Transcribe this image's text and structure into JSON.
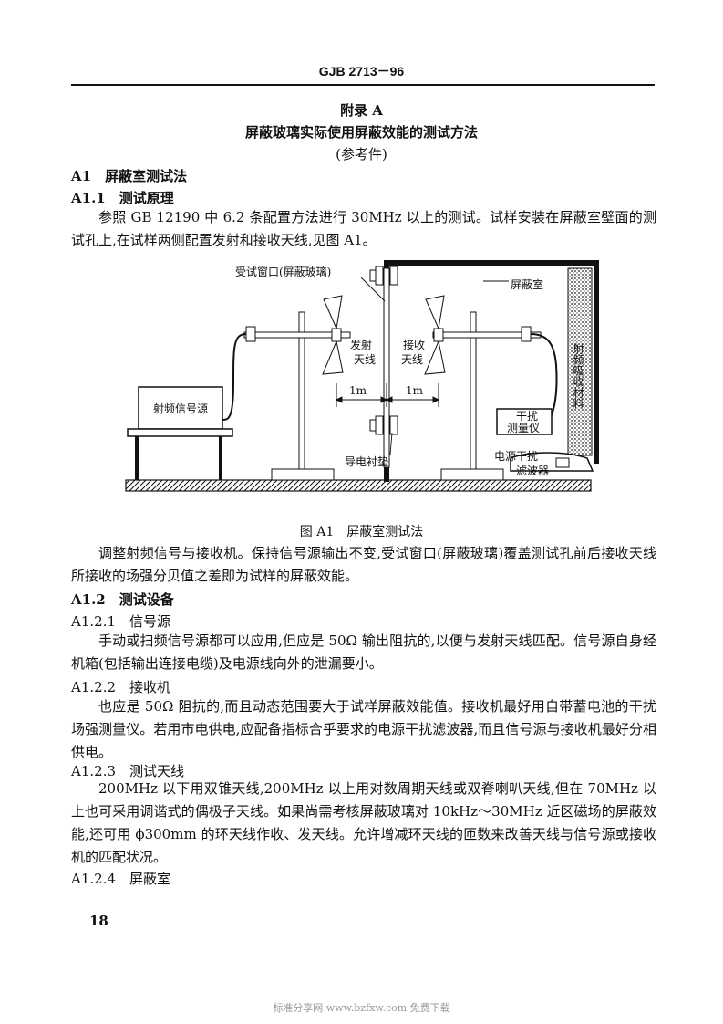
{
  "header": {
    "doc_code": "GJB 2713－96"
  },
  "appendix": {
    "title": "附录 A",
    "subtitle": "屏蔽玻璃实际使用屏蔽效能的测试方法",
    "note": "(参考件)"
  },
  "sections": {
    "a1": "A1　屏蔽室测试法",
    "a1_1": "A1.1　测试原理",
    "a1_1_text": "参照 GB 12190 中 6.2 条配置方法进行 30MHz 以上的测试。试样安装在屏蔽室壁面的测试孔上,在试样两侧配置发射和接收天线,见图 A1。",
    "after_figure_text": "调整射频信号与接收机。保持信号源输出不变,受试窗口(屏蔽玻璃)覆盖测试孔前后接收天线所接收的场强分贝值之差即为试样的屏蔽效能。",
    "a1_2": "A1.2　测试设备",
    "a1_2_1": "A1.2.1　信号源",
    "a1_2_1_text": "手动或扫频信号源都可以应用,但应是 50Ω 输出阻抗的,以便与发射天线匹配。信号源自身经机箱(包括输出连接电缆)及电源线向外的泄漏要小。",
    "a1_2_2": "A1.2.2　接收机",
    "a1_2_2_text": "也应是 50Ω 阻抗的,而且动态范围要大于试样屏蔽效能值。接收机最好用自带蓄电池的干扰场强测量仪。若用市电供电,应配备指标合乎要求的电源干扰滤波器,而且信号源与接收机最好分相供电。",
    "a1_2_3": "A1.2.3　测试天线",
    "a1_2_3_text": "200MHz 以下用双锥天线,200MHz 以上用对数周期天线或双脊喇叭天线,但在 70MHz 以上也可采用调谐式的偶极子天线。如果尚需考核屏蔽玻璃对 10kHz～30MHz 近区磁场的屏蔽效能,还可用 ϕ300mm 的环天线作收、发天线。允许增减环天线的匝数来改善天线与信号源或接收机的匹配状况。",
    "a1_2_4": "A1.2.4　屏蔽室"
  },
  "figure": {
    "caption": "图 A1　屏蔽室测试法",
    "labels": {
      "window": "受试窗口(屏蔽玻璃)",
      "room": "屏蔽室",
      "absorber": "射频吸收材料",
      "tx1": "发射",
      "tx2": "天线",
      "rx1": "接收",
      "rx2": "天线",
      "dist_left": "1m",
      "dist_right": "1m",
      "source": "射频信号源",
      "meter1": "干扰",
      "meter2": "测量仪",
      "gasket": "导电衬垫",
      "filter1": "电源干扰",
      "filter2": "滤波器"
    }
  },
  "page_number": "18",
  "footer": "标准分享网 www.bzfxw.com 免费下载"
}
